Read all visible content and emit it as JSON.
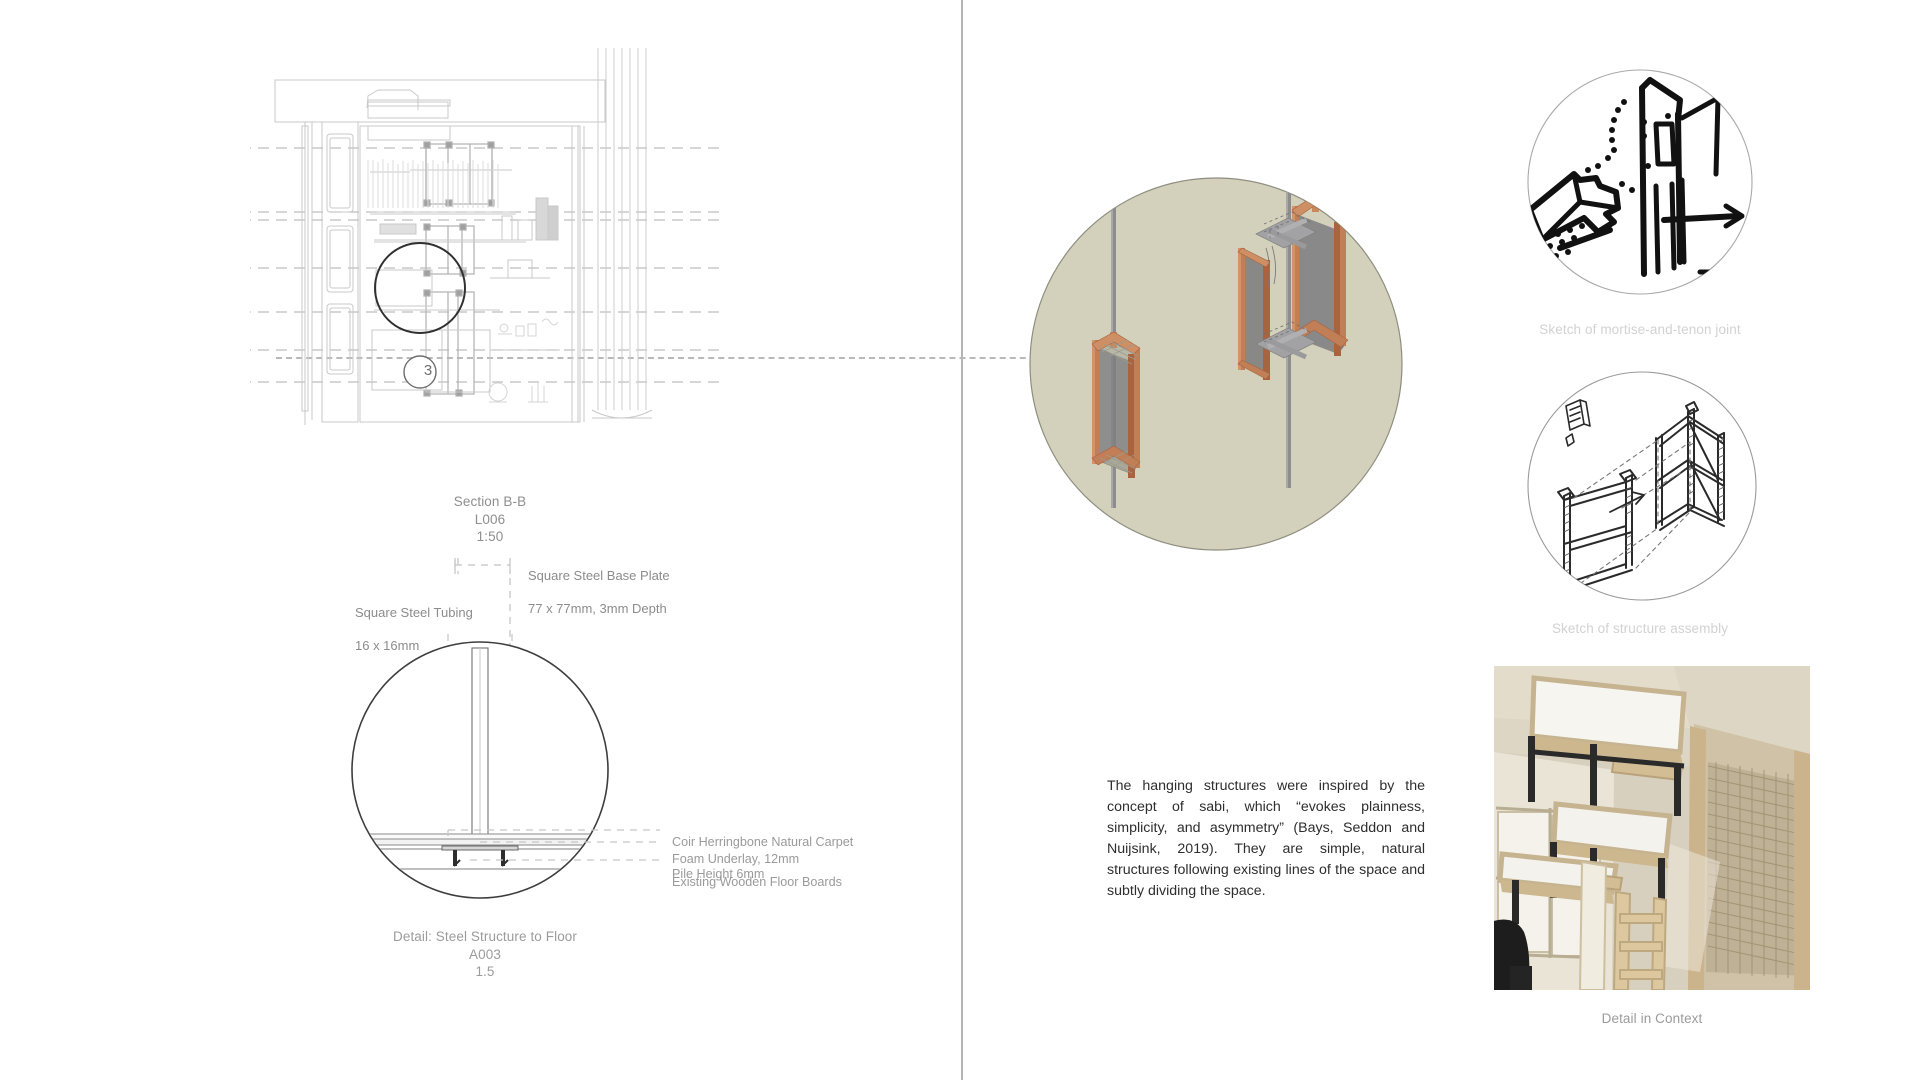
{
  "board": {
    "background_color": "#ffffff",
    "divider_color": "#b5b5b5"
  },
  "section_drawing": {
    "callout_number": "3",
    "caption_title": "Section B-B",
    "caption_ref": "L006",
    "caption_scale": "1:50",
    "caption_full": "Section B-B\nL006\n1:50"
  },
  "detail_drawing": {
    "annotations": {
      "base_plate_title": "Square Steel Base Plate",
      "base_plate_spec": "77 x 77mm, 3mm Depth",
      "tubing_title": "Square Steel Tubing",
      "tubing_spec": "16 x 16mm",
      "carpet_title": "Coir Herringbone Natural Carpet",
      "carpet_spec": "Pile Height 6mm",
      "underlay": "Foam Underlay, 12mm",
      "floorboards": "Existing Wooden Floor Boards"
    },
    "caption_title": "Detail: Steel Structure to Floor",
    "caption_ref": "A003",
    "caption_scale": "1.5",
    "caption_full": "Detail: Steel Structure to Floor\nA003\n1.5"
  },
  "isometric_view": {
    "circle_fill": "#d3d1bb",
    "circle_stroke": "#8c8c7e",
    "wood_color": "#c07f57",
    "wood_shade": "#a9643f",
    "panel_color": "#8e8e90",
    "rod_color": "#8d8d8d"
  },
  "sketches": [
    {
      "name": "mortise-and-tenon",
      "caption": "Sketch of mortise-and-tenon joint",
      "stroke": "#111111"
    },
    {
      "name": "structure-assembly",
      "caption": "Sketch of structure assembly",
      "stroke": "#2a2a2a"
    }
  ],
  "photo": {
    "caption": "Detail in Context"
  },
  "narrative": {
    "paragraph": "The hanging structures were inspired by the concept of sabi, which “evokes plainness, simplicity, and asymmetry” (Bays, Seddon and Nuijsink, 2019). They are simple, natural structures following existing lines of the space and subtly dividing the space."
  }
}
